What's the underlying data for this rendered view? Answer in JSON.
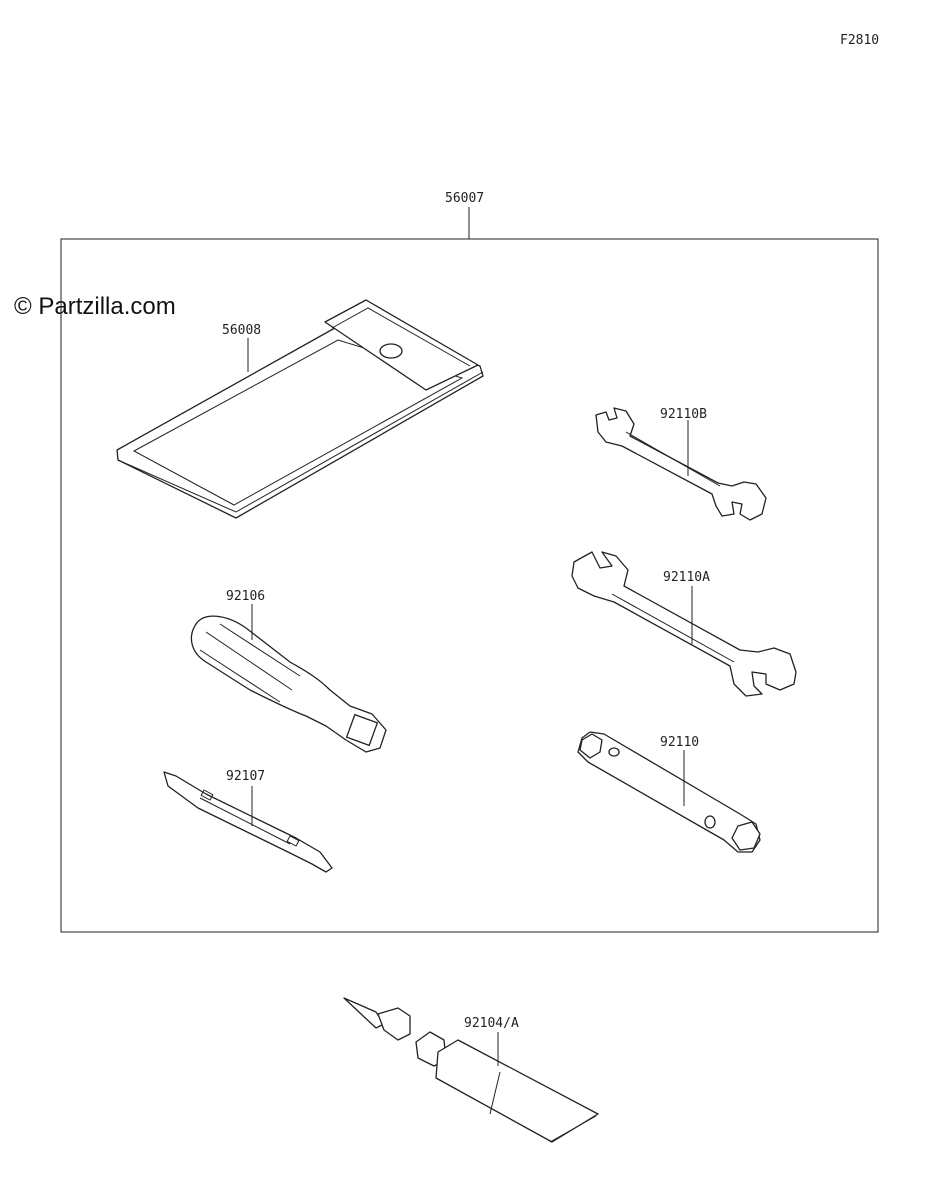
{
  "figure_code": "F2810",
  "watermark": "© Partzilla.com",
  "parts": {
    "kit": "56007",
    "case": "56008",
    "wrench_small": "92110B",
    "wrench_large": "92110A",
    "handle": "92106",
    "driver_bit": "92107",
    "socket_wrench": "92110",
    "repair_tube": "92104/A"
  }
}
